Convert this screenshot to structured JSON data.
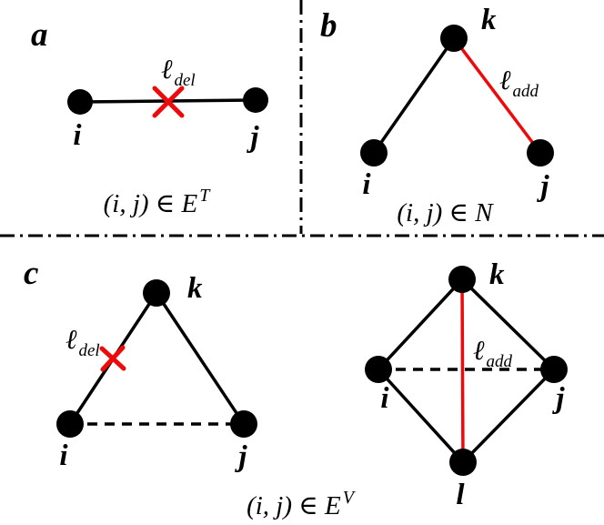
{
  "colors": {
    "red": "#ee0a0a",
    "black": "#000000"
  },
  "panels": {
    "a": {
      "letter": "a",
      "nodes": {
        "i": "i",
        "j": "j"
      },
      "del_label": {
        "symbol": "ℓ",
        "sub": "del"
      },
      "caption": {
        "text": "(i, j) ∈ E",
        "sup": "T"
      }
    },
    "b": {
      "letter": "b",
      "nodes": {
        "i": "i",
        "j": "j",
        "k": "k"
      },
      "add_label": {
        "symbol": "ℓ",
        "sub": "add"
      },
      "caption": {
        "text": "(i, j) ∈ N"
      }
    },
    "c": {
      "letter": "c",
      "triangle": {
        "nodes": {
          "i": "i",
          "j": "j",
          "k": "k"
        },
        "del_label": {
          "symbol": "ℓ",
          "sub": "del"
        }
      },
      "diamond": {
        "nodes": {
          "i": "i",
          "j": "j",
          "k": "k",
          "l": "l"
        },
        "add_label": {
          "symbol": "ℓ",
          "sub": "add"
        }
      },
      "caption": {
        "text": "(i, j) ∈ E",
        "sup": "V"
      }
    }
  }
}
